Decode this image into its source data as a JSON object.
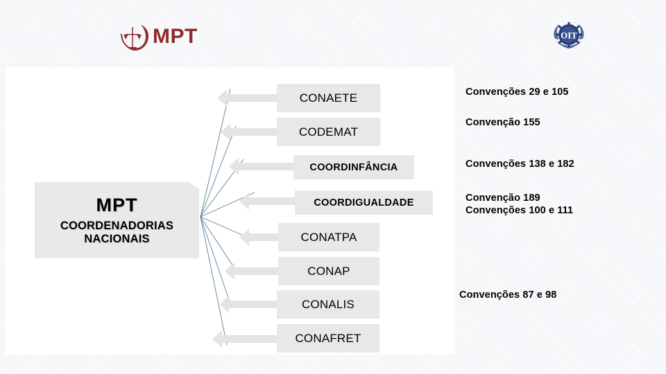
{
  "header": {
    "mpt_logo_text": "MPT",
    "mpt_logo_name": "mpt-logo",
    "oit_logo_text": "OIT",
    "oit_logo_name": "oit-logo",
    "mpt_color": "#8e2b2b",
    "oit_color": "#2a3f75"
  },
  "root": {
    "title": "MPT",
    "subtitle": "COORDENADORIAS NACIONAIS"
  },
  "nodes": [
    {
      "label": "CONAETE",
      "bold": false
    },
    {
      "label": "CODEMAT",
      "bold": false
    },
    {
      "label": "COORDINFÂNCIA",
      "bold": true
    },
    {
      "label": "COORDIGUALDADE",
      "bold": true
    },
    {
      "label": "CONATPA",
      "bold": false
    },
    {
      "label": "CONAP",
      "bold": false
    },
    {
      "label": "CONALIS",
      "bold": false
    },
    {
      "label": "CONAFRET",
      "bold": false
    }
  ],
  "conventions": [
    {
      "text": "Convenções 29 e 105"
    },
    {
      "text": "Convenção 155"
    },
    {
      "text": "Convenções 138 e 182"
    },
    {
      "text": "Convenção 189\nConvenções 100 e 111"
    },
    {
      "text": "Convenções 87 e 98"
    }
  ],
  "colors": {
    "box_fill": "#e8e8e8",
    "arrow_fill": "#e4e4e4",
    "connector_line": "#5b7f93",
    "panel_bg": "#ffffff",
    "slide_bg": "#fdfdfe"
  }
}
